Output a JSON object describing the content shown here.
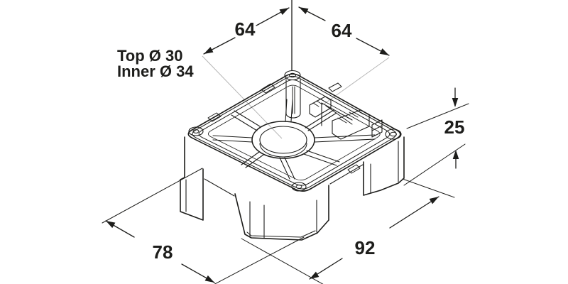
{
  "figure": {
    "type": "isometric-dimension-drawing",
    "dims": {
      "top_left": "64",
      "top_right": "64",
      "height": "25",
      "bottom_left": "78",
      "bottom_right": "92"
    },
    "callout": {
      "line1": "Top Ø 30",
      "line2": "Inner Ø 34"
    },
    "colors": {
      "line": "#1d1d1b",
      "construction_line": "#b5b5b5",
      "background": "#ffffff"
    }
  }
}
